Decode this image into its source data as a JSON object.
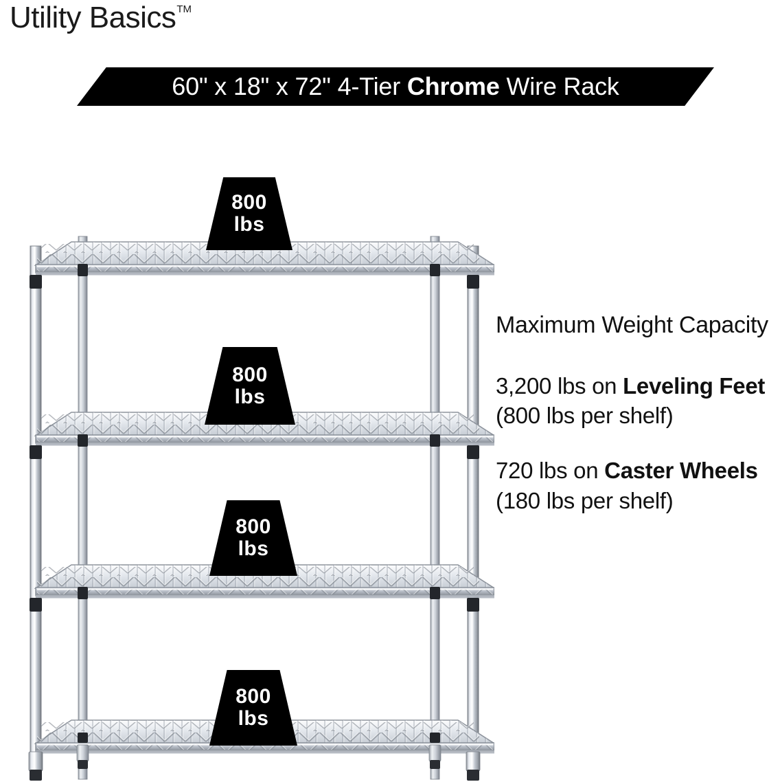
{
  "brand": {
    "name": "Utility Basics",
    "trademark": "TM"
  },
  "banner": {
    "dimensions": "60\" x 18\" x 72\"",
    "tier": "4-Tier",
    "material": "Chrome",
    "product": "Wire Rack",
    "full_text": "60\" x 18\" x 72\" 4-Tier Chrome Wire Rack",
    "background_color": "#000000",
    "text_color": "#ffffff"
  },
  "callouts": [
    {
      "name": "shelf-1-capacity",
      "value": "800",
      "unit": "lbs"
    },
    {
      "name": "shelf-2-capacity",
      "value": "800",
      "unit": "lbs"
    },
    {
      "name": "shelf-3-capacity",
      "value": "800",
      "unit": "lbs"
    },
    {
      "name": "shelf-4-capacity",
      "value": "800",
      "unit": "lbs"
    }
  ],
  "info": {
    "heading": "Maximum Weight Capacity",
    "leveling": {
      "total": "3,200 lbs on ",
      "emphasis": "Leveling Feet",
      "detail": " (800 lbs per shelf)"
    },
    "caster": {
      "total": "720 lbs on ",
      "emphasis": "Caster Wheels",
      "detail": " (180 lbs per shelf)"
    }
  },
  "product_image": {
    "description": "4-tier chrome wire shelving rack, front three-quarter view",
    "shelf_count": 4,
    "post_count": 4,
    "foot_type": "leveling-feet",
    "chrome_light": "#f2f4f7",
    "chrome_mid": "#c9ced6",
    "chrome_dark": "#7d838c",
    "collar_color": "#23262b"
  }
}
